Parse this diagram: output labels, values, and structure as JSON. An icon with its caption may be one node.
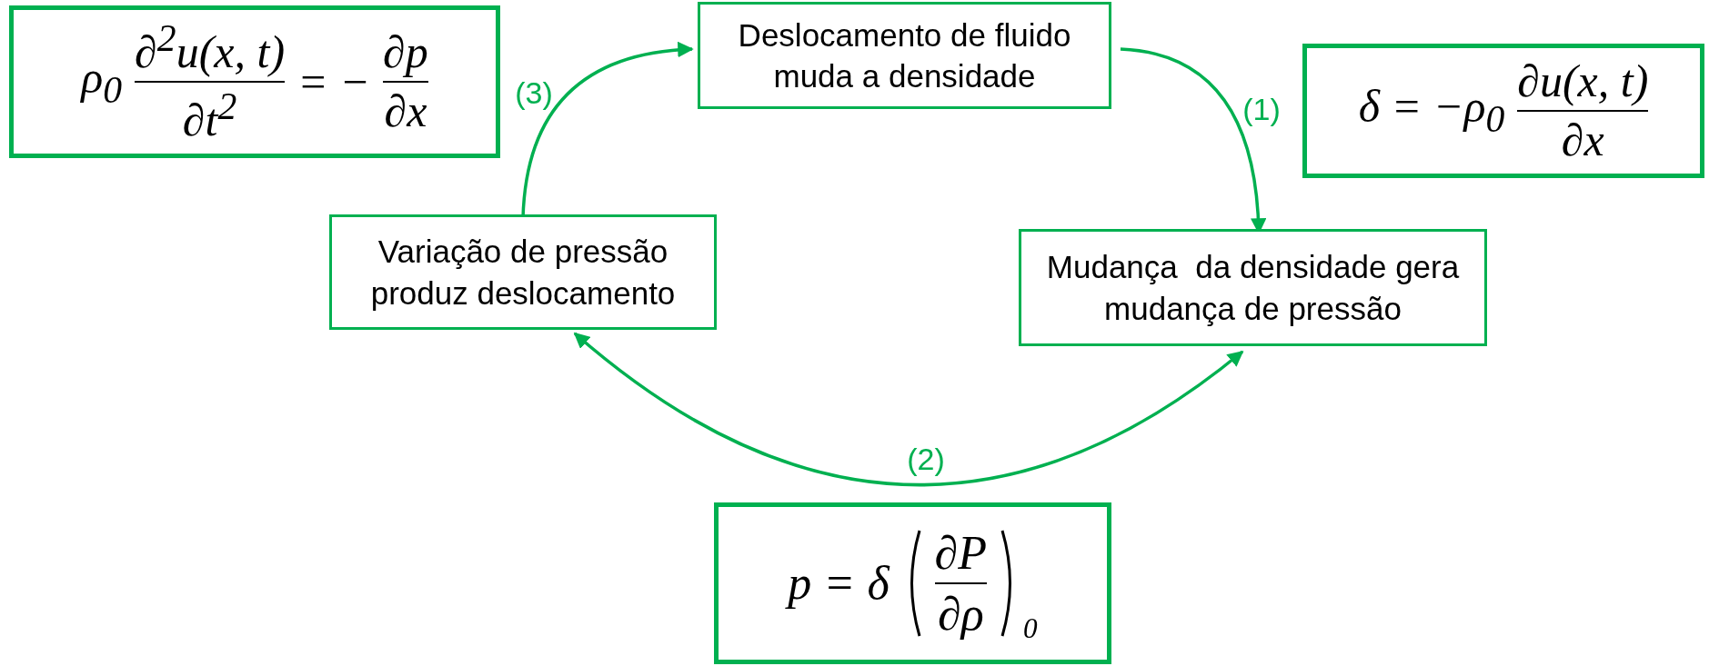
{
  "diagram": {
    "nodes": [
      {
        "text": [
          "ρ$_{0}$",
          "∂$^{2}$u(x, t)",
          "∂t$^{2}$",
          "= −",
          "∂p",
          "∂x"
        ]
      },
      {
        "text": [
          "Deslocamento de fluido muda a densidade"
        ]
      },
      {
        "text": [
          "δ = −ρ$_{0}$",
          "∂u(x, t)",
          "∂x"
        ]
      },
      {
        "text": [
          "Variação de pressão produz deslocamento"
        ]
      },
      {
        "text": [
          "Mudança  da densidade gera mudança de pressão"
        ]
      },
      {
        "text": [
          "p = δ",
          "∂P",
          "∂ρ",
          "0"
        ]
      }
    ],
    "edges": [
      {
        "from": 1,
        "to": 4,
        "arrow": "to",
        "label": "(1)"
      },
      {
        "from": 4,
        "to": 3,
        "arrow": "both",
        "label": "(2)"
      },
      {
        "from": 3,
        "to": 1,
        "arrow": "to",
        "label": "(3)"
      }
    ]
  }
}
